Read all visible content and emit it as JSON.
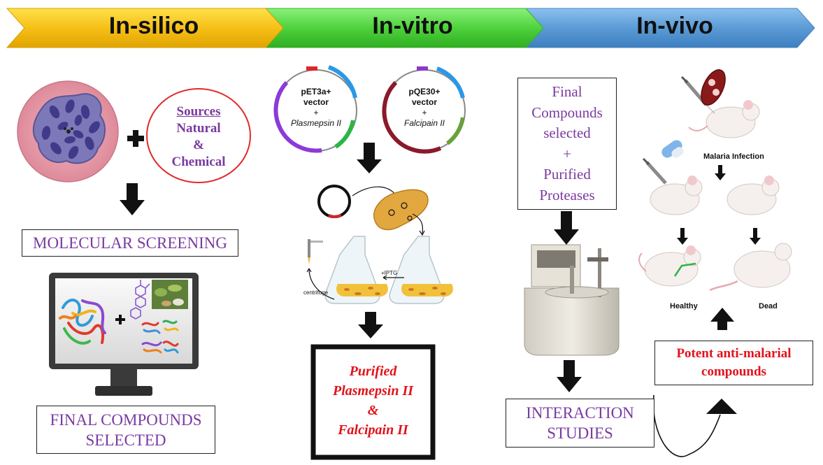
{
  "stages": {
    "silico": "In-silico",
    "vitro": "In-vitro",
    "vivo": "In-vivo"
  },
  "silico": {
    "sources": {
      "title": "Sources",
      "line1": "Natural",
      "line2": "&",
      "line3": "Chemical"
    },
    "screening": "MOLECULAR SCREENING",
    "final": {
      "line1": "FINAL COMPOUNDS",
      "line2": "SELECTED"
    }
  },
  "vitro": {
    "plasmid1": {
      "line1": "pET3a+",
      "line2": "vector",
      "line3": "+",
      "line4": "Plasmepsin II"
    },
    "plasmid2": {
      "line1": "pQE30+",
      "line2": "vector",
      "line3": "+",
      "line4": "Falcipain II"
    },
    "iptg": "+IPTG",
    "centrifuge": "centrifuge",
    "result": {
      "line1": "Purified",
      "line2": "Plasmepsin II",
      "line3": "&",
      "line4": "Falcipain II"
    }
  },
  "vivo": {
    "compounds": {
      "line1": "Final",
      "line2": "Compounds",
      "line3": "selected",
      "line4": "+",
      "line5": "Purified",
      "line6": "Proteases"
    },
    "interaction": {
      "line1": "INTERACTION",
      "line2": "STUDIES"
    },
    "malaria": "Malaria Infection",
    "healthy": "Healthy",
    "dead": "Dead",
    "potent": {
      "line1": "Potent anti-malarial",
      "line2": "compounds"
    }
  },
  "colors": {
    "silico_arrow": "#f6c018",
    "vitro_arrow": "#4fd23c",
    "vivo_arrow": "#5b9bd5",
    "purple_text": "#7a3aa0",
    "red_text": "#e2121a"
  }
}
